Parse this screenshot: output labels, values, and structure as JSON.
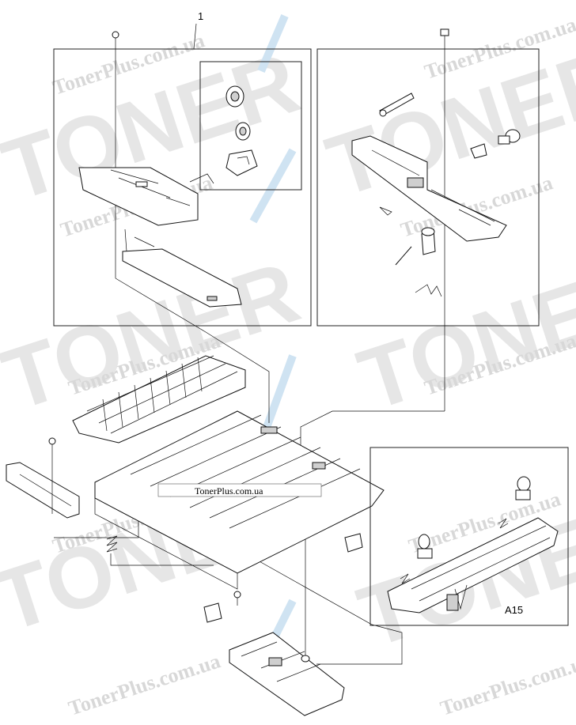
{
  "callouts": {
    "assembly_number": "1",
    "assembly_code": "A15"
  },
  "site_label": "TonerPlus.com.ua",
  "watermark": {
    "brand": "TONER",
    "site": "TonerPlus.com.ua"
  }
}
